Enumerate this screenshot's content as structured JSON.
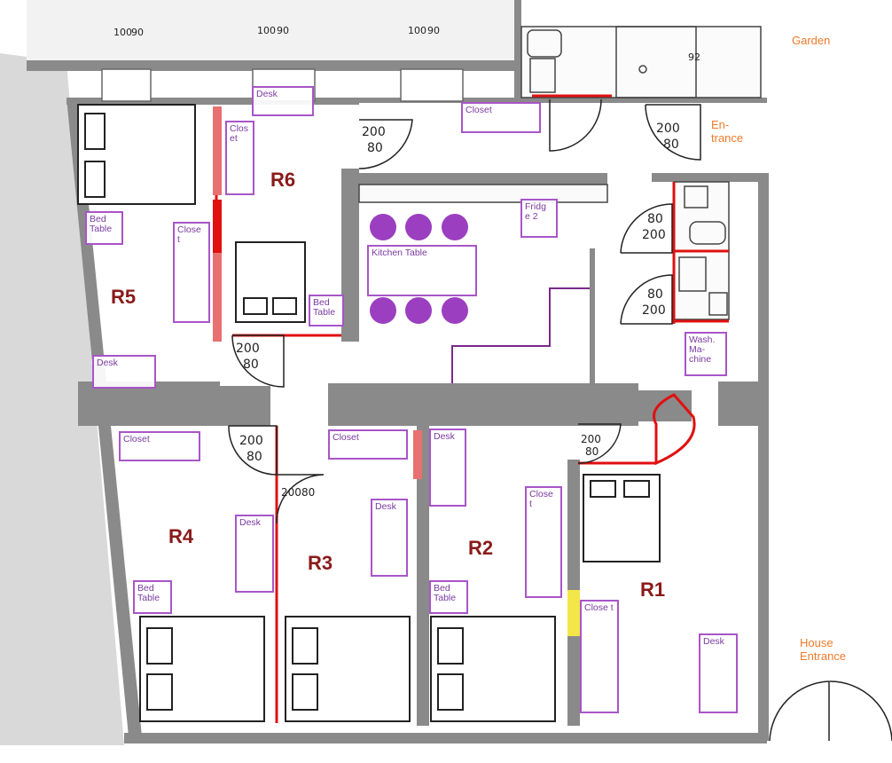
{
  "rooms": {
    "r1": "R1",
    "r2": "R2",
    "r3": "R3",
    "r4": "R4",
    "r5": "R5",
    "r6": "R6"
  },
  "labels": {
    "desk": "Desk",
    "closet": "Closet",
    "bed_table": "Bed Table",
    "closet_split": "Close t",
    "closet_split_r6": "Clos et",
    "kitchen_table": "Kitchen Table",
    "fridge": "Fridg e 2",
    "wash_machine": "Wash. Ma- chine"
  },
  "exterior": {
    "garden": "Garden",
    "entrance": "En- trance",
    "house_entrance": "House Entrance"
  },
  "dimensions": {
    "d200": "200",
    "d80": "80",
    "d90": "90",
    "d100": "100",
    "d92": "92"
  },
  "colors": {
    "wall": "#8a8a8a",
    "floor_tint": "#ececec",
    "partition": "#e01010",
    "partition_fill": "#e87070",
    "furniture_outline": "#a855c8",
    "stool": "#9b3fc0",
    "room_label": "#8b1a1a",
    "exterior_label": "#f07a2a",
    "highlight": "#f2e64a"
  }
}
